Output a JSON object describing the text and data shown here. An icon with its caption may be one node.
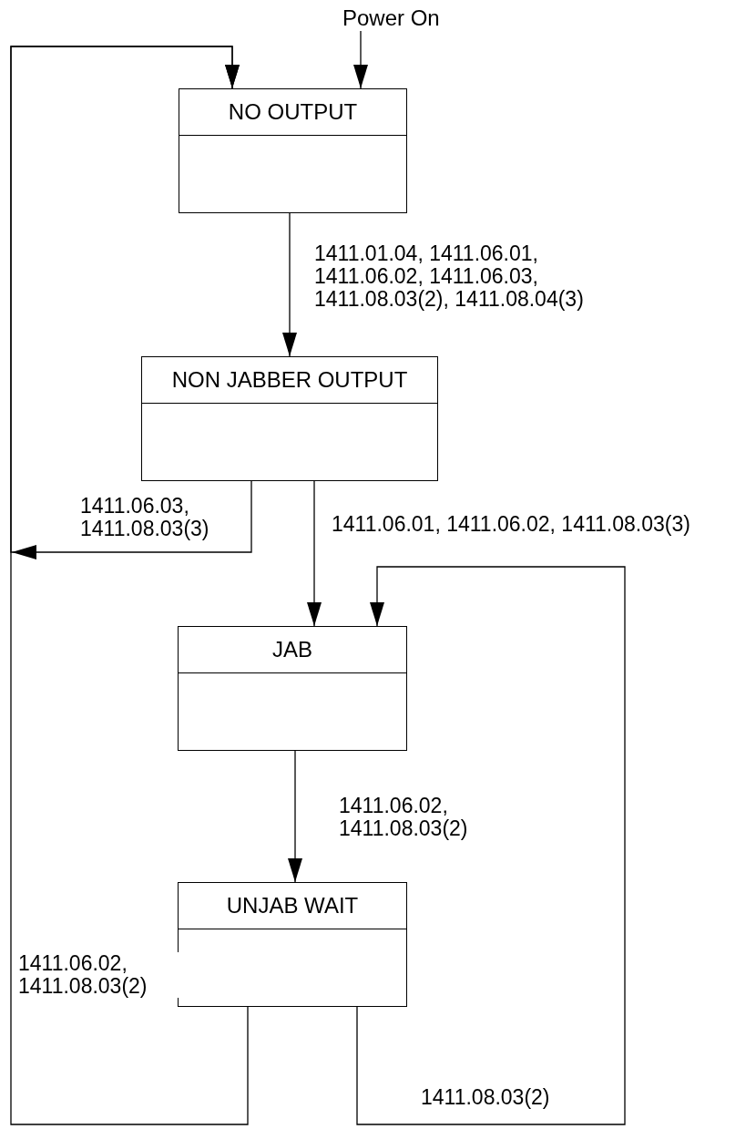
{
  "diagram": {
    "nodes": [
      {
        "text": [
          "Power On"
        ]
      },
      {
        "text": [
          "NO OUTPUT"
        ]
      },
      {
        "text": [
          "NON JABBER OUTPUT"
        ]
      },
      {
        "text": [
          "JAB"
        ]
      },
      {
        "text": [
          "UNJAB WAIT"
        ]
      }
    ],
    "edges": [
      {
        "from": 0,
        "to": 1,
        "arrow": "to"
      },
      {
        "from": 1,
        "to": 2,
        "arrow": "to",
        "label": "1411.01.04, 1411.06.01, 1411.06.02, 1411.06.03, 1411.08.03(2), 1411.08.04(3)"
      },
      {
        "from": 2,
        "to": 1,
        "arrow": "to",
        "label": "1411.06.03, 1411.08.03(3)"
      },
      {
        "from": 2,
        "to": 3,
        "arrow": "to",
        "label": "1411.06.01, 1411.06.02, 1411.08.03(3)"
      },
      {
        "from": 3,
        "to": 4,
        "arrow": "to",
        "label": "1411.06.02, 1411.08.03(2)"
      },
      {
        "from": 4,
        "to": 1,
        "arrow": "to",
        "label": "1411.06.02, 1411.08.03(2)"
      },
      {
        "from": 4,
        "to": 3,
        "arrow": "to",
        "label": "1411.08.03(2)"
      }
    ]
  }
}
